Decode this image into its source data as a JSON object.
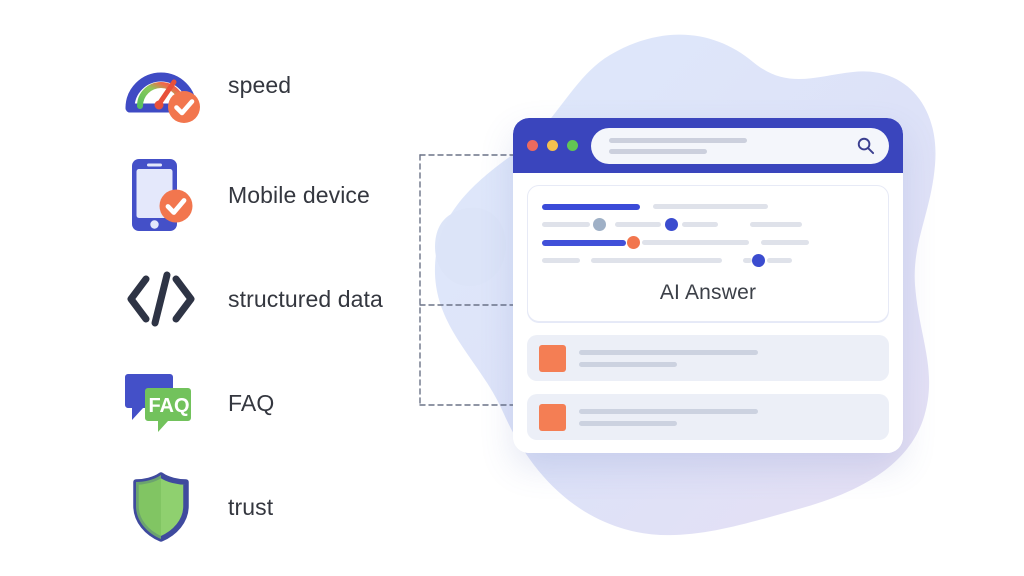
{
  "features": [
    {
      "id": "speed",
      "label": "speed",
      "icon": "speedometer-icon"
    },
    {
      "id": "mobile-device",
      "label": "Mobile device",
      "icon": "mobile-phone-icon"
    },
    {
      "id": "structured-data",
      "label": "structured data",
      "icon": "code-brackets-icon"
    },
    {
      "id": "faq",
      "label": "FAQ",
      "icon": "chat-bubbles-faq-icon"
    },
    {
      "id": "trust",
      "label": "trust",
      "icon": "shield-icon"
    }
  ],
  "faq_icon": {
    "badge_text": "FAQ"
  },
  "browser": {
    "window_controls": [
      {
        "name": "close",
        "color": "#ec6a5e"
      },
      {
        "name": "minimize",
        "color": "#f4c04e"
      },
      {
        "name": "maximize",
        "color": "#62c554"
      }
    ],
    "search": {
      "value": "",
      "placeholder": "",
      "icon": "magnifier-icon"
    },
    "ai_answer": {
      "label": "AI Answer"
    },
    "results": [
      {
        "thumbnail_color": "#f47e54",
        "title_line": "",
        "subtitle_line": ""
      },
      {
        "thumbnail_color": "#f47e54",
        "title_line": "",
        "subtitle_line": ""
      }
    ]
  },
  "connectors": {
    "endpoints": [
      {
        "id": "structured-data-endpoint",
        "icon": "connector-node-icon"
      },
      {
        "id": "faq-endpoint",
        "icon": "connector-node-icon"
      }
    ]
  },
  "colors": {
    "brand_indigo": "#3a45bd",
    "accent_blue": "#3b4bd8",
    "accent_orange": "#f2764e",
    "accent_green": "#6fbf5a",
    "blob_light": "#dde6fa",
    "blob_lavender": "#dcdcf5",
    "text_dark": "#34373f",
    "line_gray": "#dfe2ea"
  }
}
